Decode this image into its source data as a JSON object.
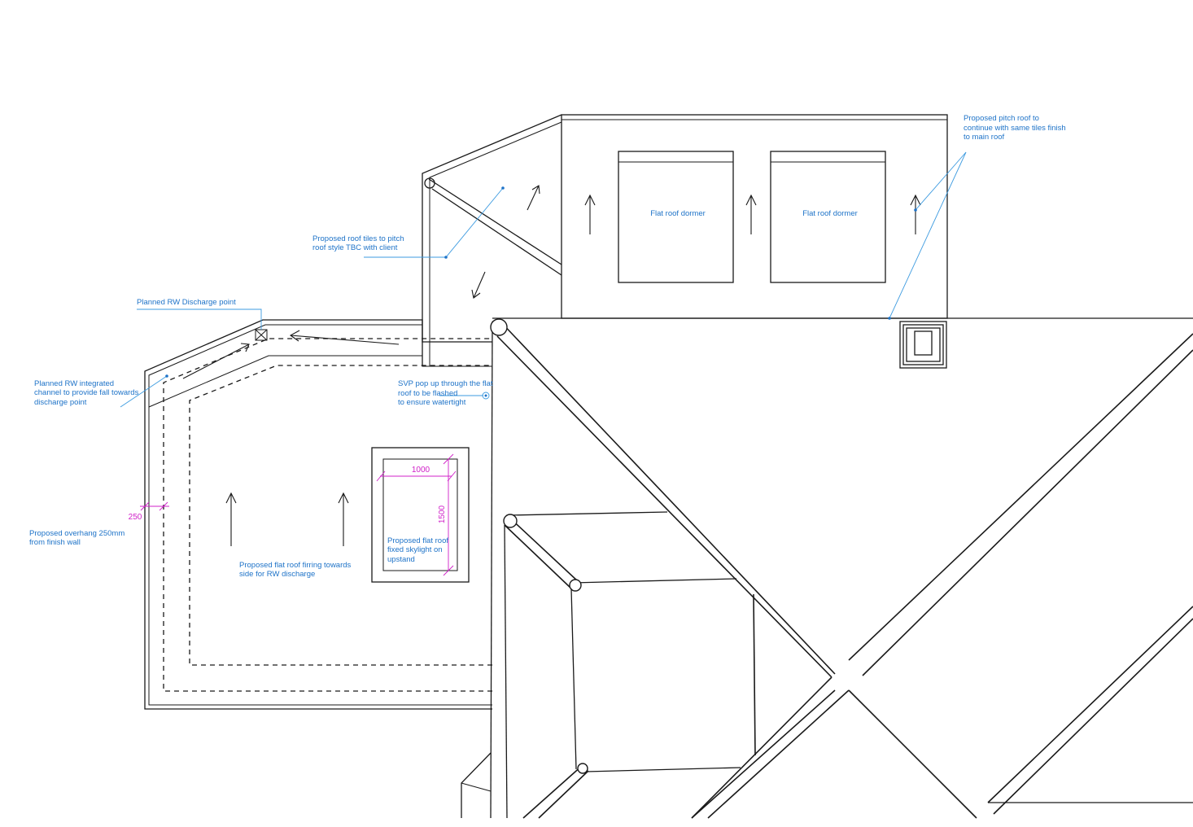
{
  "notes": {
    "pitch_roof": [
      "Proposed pitch roof to",
      "continue with same tiles finish",
      "to main roof"
    ],
    "roof_tiles": [
      "Proposed roof tiles to pitch",
      "roof style TBC with client"
    ],
    "rw_discharge": [
      "Planned RW Discharge point"
    ],
    "rw_channel": [
      "Planned RW integrated",
      "channel to provide fall towards",
      "discharge point"
    ],
    "svp": [
      "SVP pop up through the flat",
      "roof to be flashed",
      "to ensure watertight"
    ],
    "overhang": [
      "Proposed overhang 250mm",
      "from finish wall"
    ],
    "flat_roof": [
      "Proposed flat roof firring towards",
      "side for RW discharge"
    ],
    "skylight": [
      "Proposed flat roof",
      "fixed skylight on",
      "upstand"
    ]
  },
  "labels": {
    "dormer_1": "Flat roof dormer",
    "dormer_2": "Flat roof dormer"
  },
  "dimensions": {
    "overhang": "250",
    "skylight_width": "1000",
    "skylight_length": "1500"
  },
  "colors": {
    "annotation": "#1e73c8",
    "dimension": "#d020c8",
    "linework": "#1a1a1a"
  }
}
